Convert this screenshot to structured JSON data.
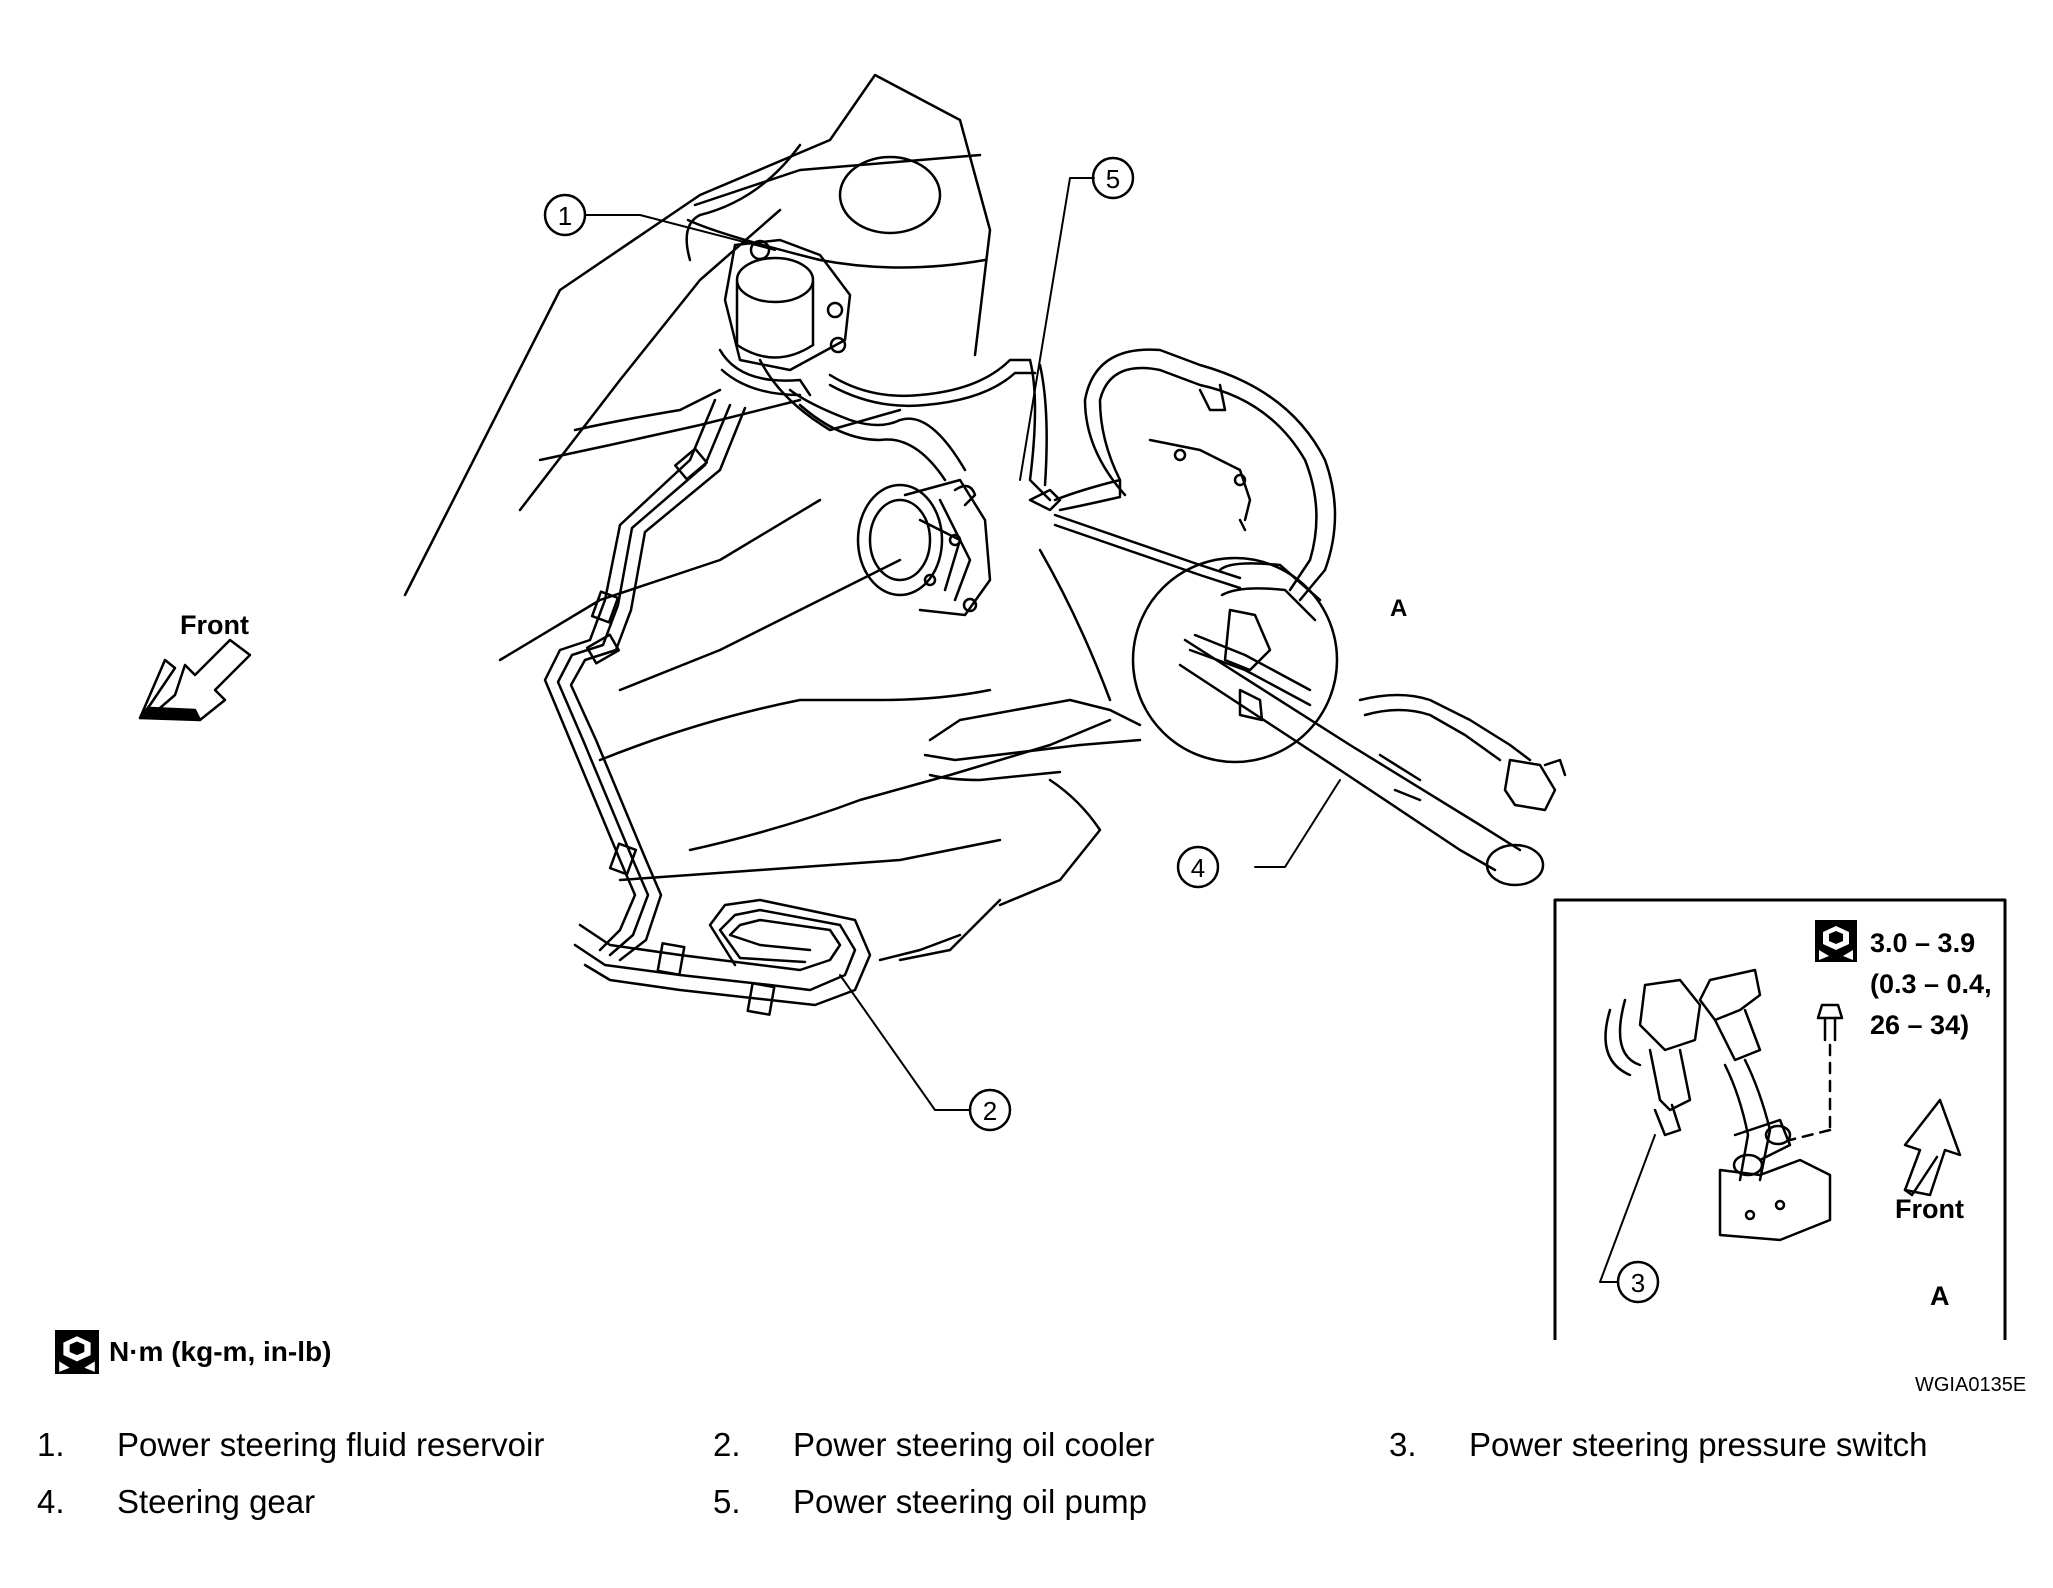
{
  "callouts": [
    {
      "num": "1",
      "name": "Power steering fluid reservoir"
    },
    {
      "num": "2",
      "name": "Power steering oil cooler"
    },
    {
      "num": "3",
      "name": "Power steering pressure switch"
    },
    {
      "num": "4",
      "name": "Steering gear"
    },
    {
      "num": "5",
      "name": "Power steering oil pump"
    }
  ],
  "legend": [
    {
      "num": "1.",
      "text": "Power steering fluid reservoir"
    },
    {
      "num": "2.",
      "text": "Power steering oil cooler"
    },
    {
      "num": "3.",
      "text": "Power steering pressure switch"
    },
    {
      "num": "4.",
      "text": "Steering gear"
    },
    {
      "num": "5.",
      "text": "Power steering oil pump"
    }
  ],
  "front_label_main": "Front",
  "front_label_detail": "Front",
  "detail_marker": "A",
  "detail_caption": "A",
  "torque_spec": {
    "line1": "3.0 – 3.9",
    "line2": "(0.3 – 0.4,",
    "line3": "26 – 34)"
  },
  "torque_units": "N·m (kg-m, in-lb)",
  "drawing_id": "WGIA0135E",
  "icons": {
    "torque": "torque-wrench-icon",
    "front_arrow": "front-arrow-icon"
  },
  "colors": {
    "line": "#000000",
    "background": "#ffffff"
  }
}
